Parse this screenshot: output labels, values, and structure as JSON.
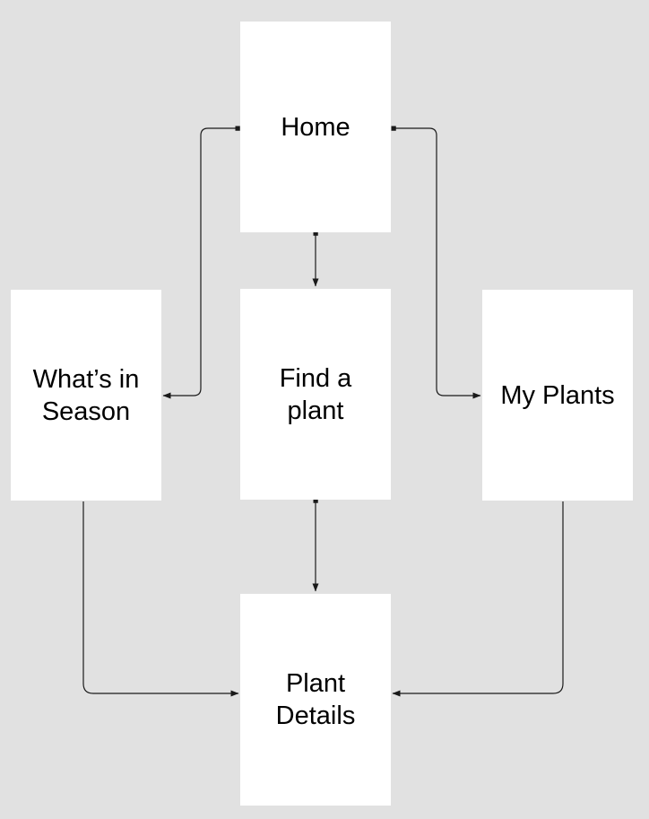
{
  "diagram": {
    "type": "flowchart",
    "background_color": "#e1e1e1",
    "node_fill_color": "#ffffff",
    "node_text_color": "#000000",
    "connector_color": "#1a1a1a",
    "nodes": [
      {
        "id": "home",
        "label": "Home"
      },
      {
        "id": "whats-in-season",
        "label": "What’s in\nSeason"
      },
      {
        "id": "find-a-plant",
        "label": "Find a\nplant"
      },
      {
        "id": "my-plants",
        "label": "My Plants"
      },
      {
        "id": "plant-details",
        "label": "Plant\nDetails"
      }
    ],
    "edges": [
      {
        "from": "home",
        "to": "find-a-plant",
        "style": "arrow"
      },
      {
        "from": "home",
        "to": "whats-in-season",
        "style": "arrow"
      },
      {
        "from": "home",
        "to": "my-plants",
        "style": "arrow"
      },
      {
        "from": "find-a-plant",
        "to": "plant-details",
        "style": "arrow"
      },
      {
        "from": "whats-in-season",
        "to": "plant-details",
        "style": "arrow"
      },
      {
        "from": "my-plants",
        "to": "plant-details",
        "style": "arrow"
      }
    ]
  }
}
